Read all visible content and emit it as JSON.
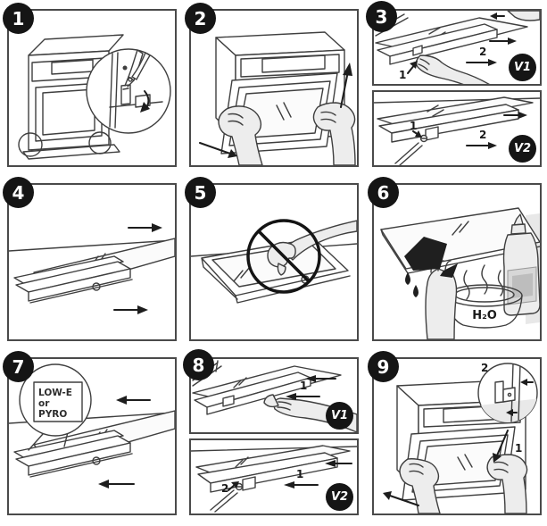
{
  "colors": {
    "ink": "#3f3f3f",
    "panel_border": "#4a4a4a",
    "badge_bg": "#151515",
    "badge_fg": "#ffffff",
    "hand_fill": "#ededed",
    "cloth_fill": "#1f1f1f",
    "glass_fill": "#fbfbfb"
  },
  "panels": [
    {
      "id": "step-1",
      "number": "1"
    },
    {
      "id": "step-2",
      "number": "2"
    },
    {
      "id": "step-3",
      "number": "3",
      "variants": [
        {
          "badge": "V1",
          "press_label": "1",
          "slide_label": "2"
        },
        {
          "badge": "V2",
          "screw_label": "1",
          "slide_label": "2"
        }
      ]
    },
    {
      "id": "step-4",
      "number": "4"
    },
    {
      "id": "step-5",
      "number": "5"
    },
    {
      "id": "step-6",
      "number": "6",
      "bowl_label": "H₂O"
    },
    {
      "id": "step-7",
      "number": "7",
      "glass_marking": [
        "LOW-E",
        "or",
        "PYRO"
      ]
    },
    {
      "id": "step-8",
      "number": "8",
      "variants": [
        {
          "badge": "V1",
          "slide_label": "1"
        },
        {
          "badge": "V2",
          "screw_label": "2",
          "slide_label": "1"
        }
      ]
    },
    {
      "id": "step-9",
      "number": "9",
      "insert_label": "1",
      "lock_label": "2"
    }
  ]
}
